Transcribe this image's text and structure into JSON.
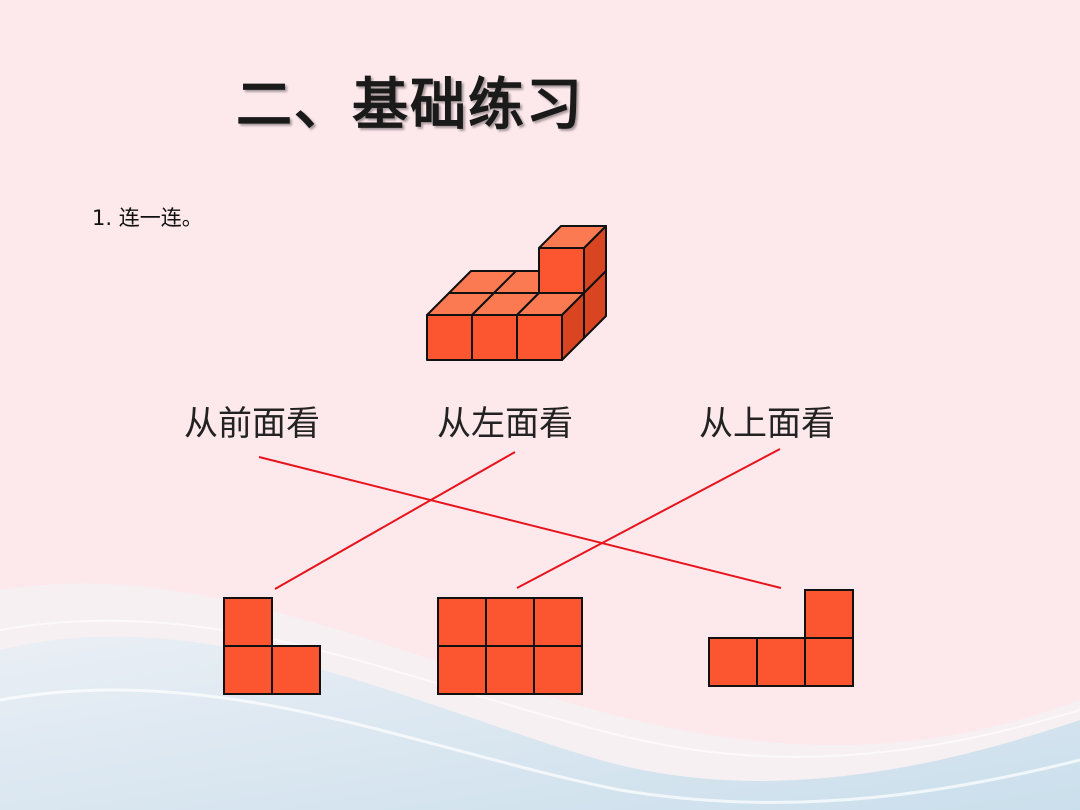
{
  "slide": {
    "title": "二、基础练习",
    "question": "1. 连一连。"
  },
  "views": {
    "front": "从前面看",
    "left": "从左面看",
    "top": "从上面看"
  },
  "colors": {
    "cube_front": "#fb5630",
    "cube_top": "#fc7a52",
    "cube_side": "#d94520",
    "outline": "#111111",
    "match_line": "#e8141c"
  }
}
